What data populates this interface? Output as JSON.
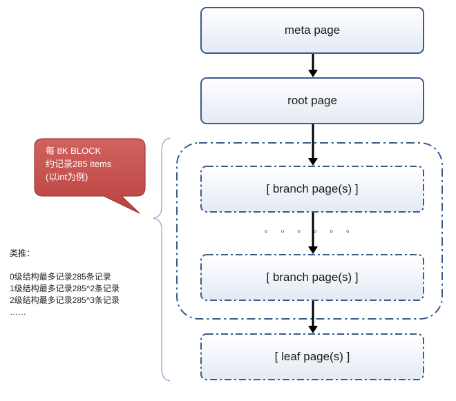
{
  "nodes": {
    "meta": "meta page",
    "root": "root page",
    "branch_top": "[ branch page(s) ]",
    "branch_bottom": "[ branch page(s) ]",
    "leaf": "[ leaf page(s) ]"
  },
  "callout": {
    "line1": "每 8K BLOCK",
    "line2": "约记录285 items",
    "line3": "(以int为例)"
  },
  "ellipsis": [
    "。",
    "。",
    "。",
    "。",
    "。",
    "。"
  ],
  "notes": {
    "heading": "类推：",
    "line1": "0级结构最多记录285条记录",
    "line2": "1级结构最多记录285^2条记录",
    "line3": "2级结构最多记录285^3条记录",
    "line4": "……"
  },
  "colors": {
    "box_border": "#3a5a8c",
    "box_fill_top": "#ffffff",
    "box_fill_bottom": "#e6ecf5",
    "callout_fill": "#c0504d",
    "arrow": "#000000"
  }
}
